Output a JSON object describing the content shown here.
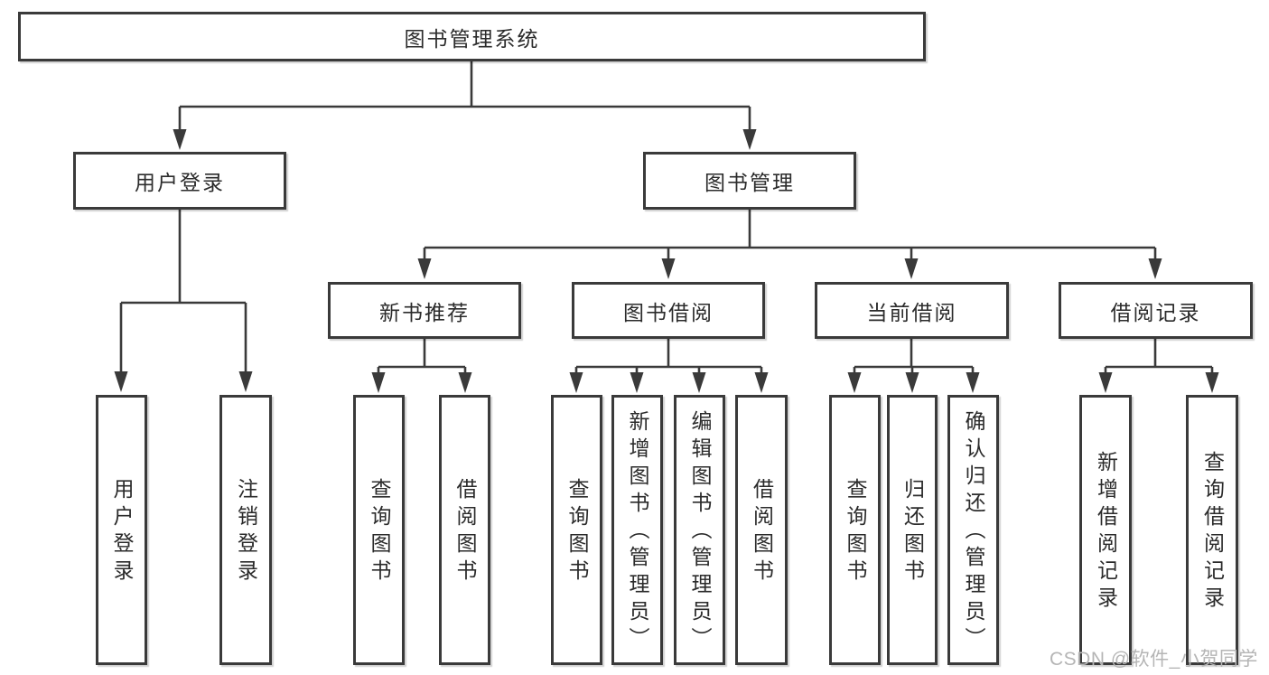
{
  "title": "图书管理系统",
  "tree": {
    "label": "图书管理系统",
    "children": [
      {
        "label": "用户登录",
        "children": [
          {
            "label": "用户登录"
          },
          {
            "label": "注销登录"
          }
        ]
      },
      {
        "label": "图书管理",
        "children": [
          {
            "label": "新书推荐",
            "children": [
              {
                "label": "查询图书"
              },
              {
                "label": "借阅图书"
              }
            ]
          },
          {
            "label": "图书借阅",
            "children": [
              {
                "label": "查询图书"
              },
              {
                "label": "新增图书（管理员）"
              },
              {
                "label": "编辑图书（管理员）"
              },
              {
                "label": "借阅图书"
              }
            ]
          },
          {
            "label": "当前借阅",
            "children": [
              {
                "label": "查询图书"
              },
              {
                "label": "归还图书"
              },
              {
                "label": "确认归还（管理员）"
              }
            ]
          },
          {
            "label": "借阅记录",
            "children": [
              {
                "label": "新增借阅记录"
              },
              {
                "label": "查询借阅记录"
              }
            ]
          }
        ]
      }
    ]
  },
  "watermark": "CSDN @软件_小贺同学",
  "colors": {
    "line": "#3a3a3a",
    "box_border": "#3a3a3a",
    "box_fill": "#ffffff",
    "text": "#2b2b2b",
    "watermark": "#b5b5b5"
  }
}
